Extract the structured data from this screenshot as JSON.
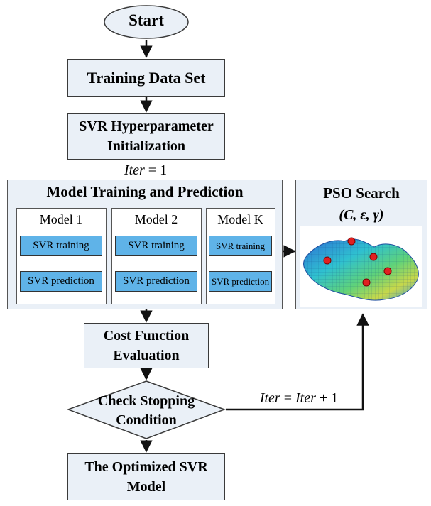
{
  "start": "Start",
  "training_data": "Training Data Set",
  "init": {
    "line1": "SVR Hyperparameter",
    "line2": "Initialization"
  },
  "iter_init": {
    "var": "Iter",
    "rest": " = 1"
  },
  "panel": {
    "title": "Model Training and  Prediction",
    "models": [
      {
        "name": "Model 1",
        "train": "SVR training",
        "predict": "SVR prediction"
      },
      {
        "name": "Model 2",
        "train": "SVR training",
        "predict": "SVR prediction"
      },
      {
        "name": "Model K",
        "train": "SVR training",
        "predict": "SVR prediction"
      }
    ]
  },
  "pso": {
    "title": "PSO Search",
    "params": "(C, ε, γ)"
  },
  "cost": {
    "line1": "Cost Function",
    "line2": "Evaluation"
  },
  "check": {
    "line1": "Check Stopping",
    "line2": "Condition"
  },
  "iter_update": {
    "var1": "Iter",
    "mid": " = ",
    "var2": "Iter",
    "rest": " + 1"
  },
  "result": {
    "line1": "The Optimized SVR",
    "line2": "Model"
  }
}
